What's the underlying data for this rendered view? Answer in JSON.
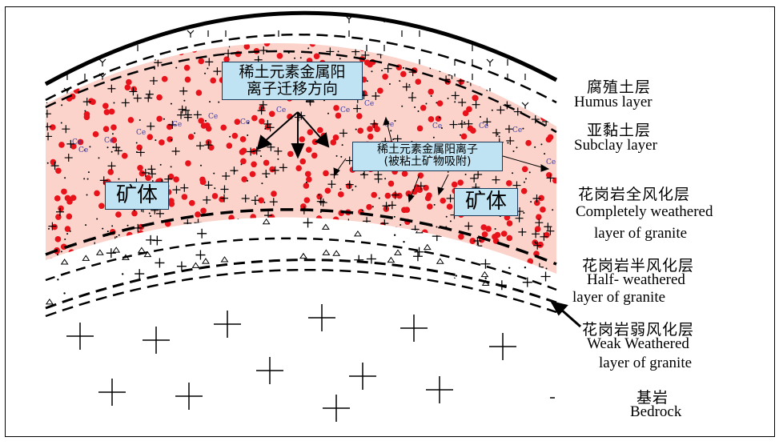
{
  "boxes": {
    "migration": [
      "稀土元素金属阳",
      "离子迁移方向"
    ],
    "adsorbed": [
      "稀土元素金属阳离子",
      "(被粘土矿物吸附)"
    ],
    "orebody_left": "矿体",
    "orebody_right": "矿体"
  },
  "ce_label": "Ce",
  "layers": [
    {
      "cn": "腐殖土层",
      "en": "Humus layer"
    },
    {
      "cn": "亚黏土层",
      "en": "Subclay layer"
    },
    {
      "cn": "花岗岩全风化层",
      "en": "Completely weathered",
      "en2": "layer of granite"
    },
    {
      "cn": "花岗岩半风化层",
      "en": "Half- weathered",
      "en2": "layer of granite"
    },
    {
      "cn": "花岗岩弱风化层",
      "en": "Weak Weathered",
      "en2": "layer of granite"
    },
    {
      "cn": "基岩",
      "en": "Bedrock"
    }
  ],
  "colors": {
    "ore_fill": "#fbd3cb",
    "red_dot": "#e8121b",
    "box_fill": "#bfe3f2",
    "ce_text": "#3a3aa8"
  }
}
